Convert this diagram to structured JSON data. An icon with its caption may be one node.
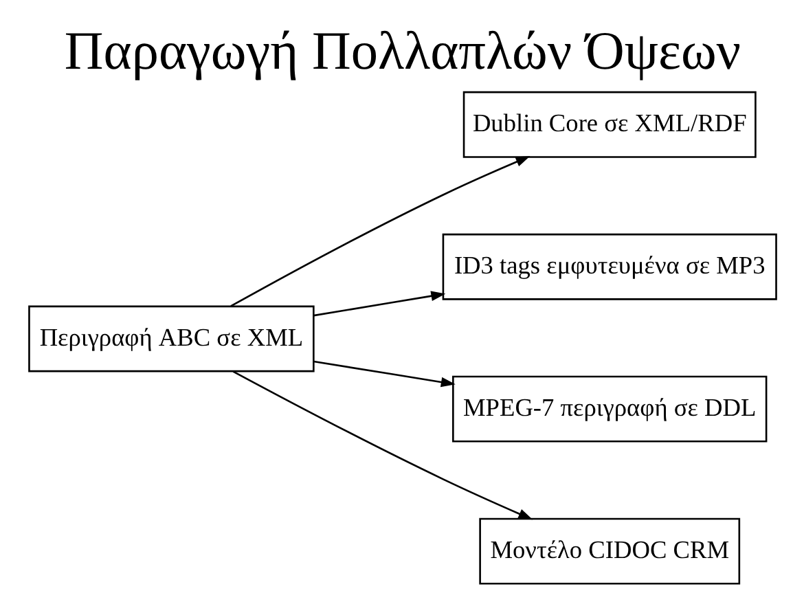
{
  "diagram": {
    "title": "Παραγωγή Πολλαπλών Όψεων",
    "nodes": [
      {
        "text": [
          "Περιγραφή ABC σε XML"
        ]
      },
      {
        "text": [
          "Dublin Core σε XML/RDF"
        ]
      },
      {
        "text": [
          "ID3 tags εμφυτευμένα σε MP3"
        ]
      },
      {
        "text": [
          "MPEG-7 περιγραφή σε DDL"
        ]
      },
      {
        "text": [
          "Μοντέλο CIDOC CRM"
        ]
      }
    ],
    "edges": [
      {
        "from": 0,
        "to": 1,
        "arrow": "to"
      },
      {
        "from": 0,
        "to": 2,
        "arrow": "to"
      },
      {
        "from": 0,
        "to": 3,
        "arrow": "to"
      },
      {
        "from": 0,
        "to": 4,
        "arrow": "to"
      }
    ]
  }
}
